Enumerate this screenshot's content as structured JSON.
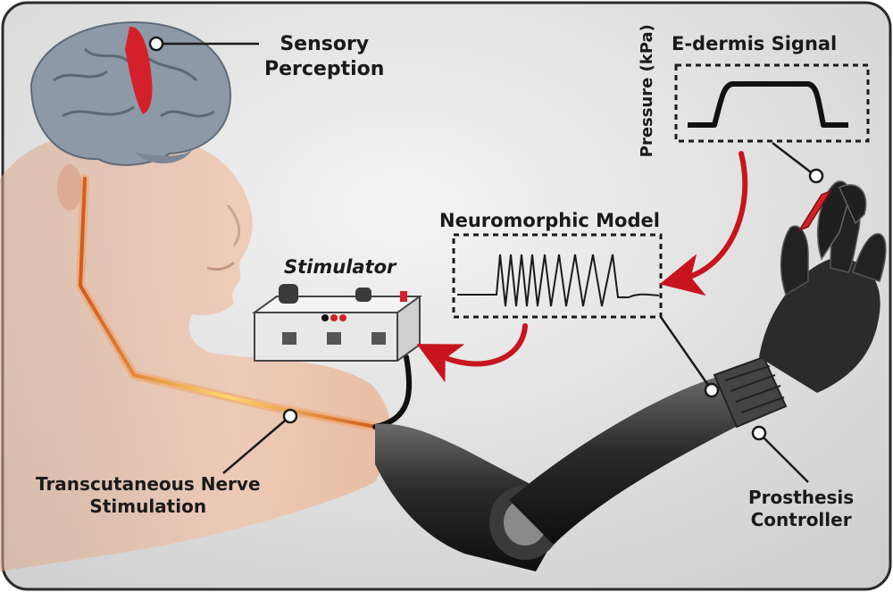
{
  "labels": {
    "sensory_perception": [
      "Sensory",
      "Perception"
    ],
    "edermis_signal": "E-dermis Signal",
    "pressure_axis": "Pressure (kPa)",
    "neuromorphic_model": "Neuromorphic Model",
    "stimulator": "Stimulator",
    "transcutaneous": [
      "Transcutaneous Nerve",
      "Stimulation"
    ],
    "prosthesis_controller": [
      "Prosthesis",
      "Controller"
    ]
  },
  "colors": {
    "panel_bg": "#e3e3e3",
    "panel_border": "#2b2b2b",
    "skin": "#e6bfa8",
    "brain": "#8e99a8",
    "brain_active": "#d4202a",
    "arrow_red": "#c8141e",
    "nerve_glow": "#f0a060",
    "prosthesis": "#2a2a2a",
    "stimulator_body": "#e6e6e6"
  },
  "icons": {
    "brain": "brain-icon",
    "stimulator": "stimulator-device-icon",
    "prosthetic_arm": "prosthetic-arm-icon",
    "fingertip_sensor": "fingertip-sensor-icon"
  }
}
